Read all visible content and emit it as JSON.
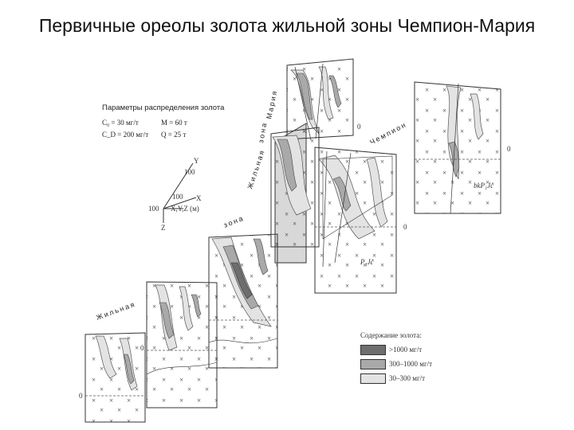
{
  "title": "Первичные ореолы золота жильной зоны Чемпион-Мария",
  "params": {
    "heading": "Параметры распределения золота",
    "row1_left": "C₀ = 30  мг/т",
    "row1_right": "M = 60  т",
    "row2_left": "C_D = 200 мг/т",
    "row2_right": "Q = 25 т"
  },
  "axes": {
    "y_label": "Y",
    "y_scale": "100",
    "x_label": "X",
    "x_scale": "100",
    "z_label": "Z",
    "xyz_label": "X,Y,Z (м)",
    "origin_label": "100"
  },
  "zone_labels": {
    "mariya": "Мария",
    "chempion": "Чемпион",
    "zhilnaya_upper": "Жильная",
    "zhilnaya_lower": "Жильная",
    "zona_upper": "зона",
    "zona_middle": "зона"
  },
  "section_marks": {
    "zero_a": "0",
    "zero_b": "0",
    "zero_c": "0",
    "zero_d": "0",
    "zero_e": "0",
    "rock_a": "P₁Jč",
    "rock_b": "bkP₁Jč"
  },
  "legend": {
    "title": "Содержание золота:",
    "items": [
      {
        "label": ">1000 мг/т",
        "color": "#6e6e6e"
      },
      {
        "label": "300–1000 мг/т",
        "color": "#a9a9a9"
      },
      {
        "label": "30–300 мг/т",
        "color": "#e3e3e3"
      }
    ]
  }
}
